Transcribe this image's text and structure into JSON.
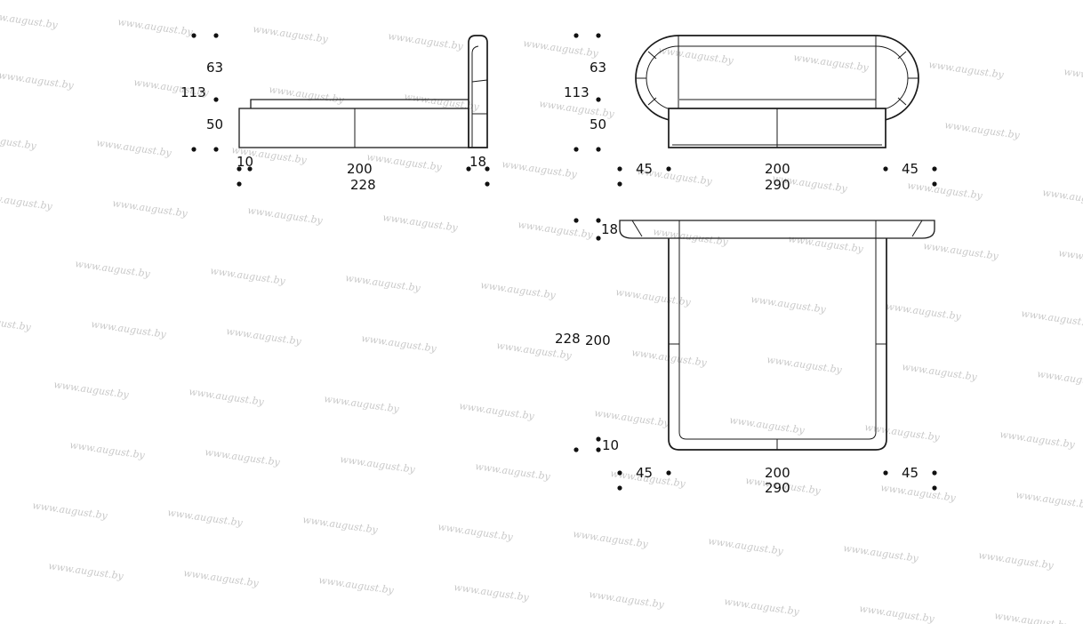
{
  "watermark": "www.august.by",
  "side_view": {
    "headboard_height": "63",
    "total_height": "113",
    "base_height": "50",
    "base_offset": "10",
    "length_inner": "200",
    "length_total": "228",
    "headboard_depth": "18"
  },
  "front_view": {
    "headboard_height": "63",
    "total_height": "113",
    "base_height": "50",
    "side_left": "45",
    "width_inner": "200",
    "side_right": "45",
    "width_total": "290"
  },
  "top_view": {
    "headboard_depth": "18",
    "length_total": "228",
    "length_inner": "200",
    "base_offset": "10",
    "side_left": "45",
    "width_inner": "200",
    "side_right": "45",
    "width_total": "290"
  }
}
